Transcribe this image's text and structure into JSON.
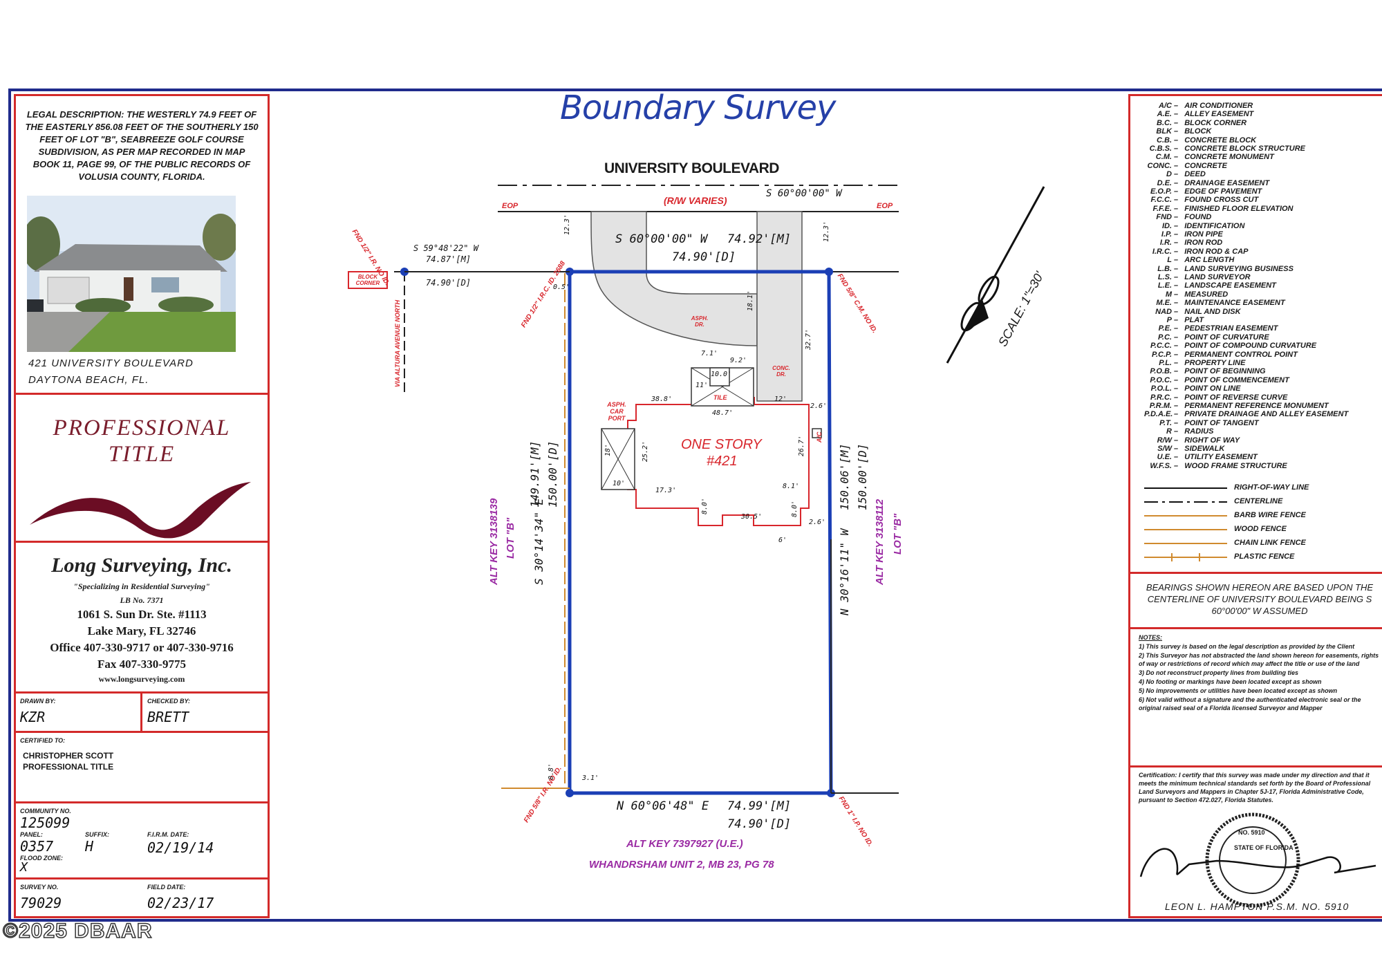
{
  "title": "Boundary Survey",
  "street": "UNIVERSITY BOULEVARD",
  "legal_description": "LEGAL DESCRIPTION: THE WESTERLY 74.9 FEET OF THE EASTERLY 856.08 FEET OF THE SOUTHERLY 150 FEET OF LOT \"B\", SEABREEZE GOLF COURSE SUBDIVISION, AS PER MAP RECORDED IN MAP BOOK 11, PAGE 99, OF THE PUBLIC RECORDS OF VOLUSIA COUNTY, FLORIDA.",
  "address_line1": "421 UNIVERSITY BOULEVARD",
  "address_line2": "DAYTONA BEACH, FL.",
  "title_company": {
    "line1": "PROFESSIONAL",
    "line2": "TITLE"
  },
  "surveyor": {
    "name": "Long Surveying, Inc.",
    "tagline": "\"Specializing in Residential Surveying\"",
    "lb": "LB No. 7371",
    "address1": "1061 S. Sun Dr. Ste. #1113",
    "address2": "Lake Mary, FL 32746",
    "office": "Office 407-330-9717 or 407-330-9716",
    "fax": "Fax 407-330-9775",
    "web": "www.longsurveying.com"
  },
  "drawn_by": {
    "label": "DRAWN BY:",
    "value": "KZR"
  },
  "checked_by": {
    "label": "CHECKED BY:",
    "value": "BRETT"
  },
  "certified_to": {
    "label": "CERTIFIED TO:",
    "line1": "CHRISTOPHER SCOTT",
    "line2": "PROFESSIONAL TITLE"
  },
  "community": {
    "label": "COMMUNITY NO.",
    "value": "125099"
  },
  "panel": {
    "label": "PANEL:",
    "value": "0357"
  },
  "suffix": {
    "label": "SUFFIX:",
    "value": "H"
  },
  "firm_date": {
    "label": "F.I.R.M. DATE:",
    "value": "02/19/14"
  },
  "flood_zone": {
    "label": "FLOOD ZONE:",
    "value": "X"
  },
  "survey_no": {
    "label": "SURVEY NO.",
    "value": "79029"
  },
  "field_date": {
    "label": "FIELD DATE:",
    "value": "02/23/17"
  },
  "copyright": "©2025 DBAAR",
  "scale": "SCALE: 1\"=30'",
  "legend": [
    {
      "abbr": "A/C",
      "def": "AIR CONDITIONER"
    },
    {
      "abbr": "A.E.",
      "def": "ALLEY EASEMENT"
    },
    {
      "abbr": "B.C.",
      "def": "BLOCK CORNER"
    },
    {
      "abbr": "BLK",
      "def": "BLOCK"
    },
    {
      "abbr": "C.B.",
      "def": "CONCRETE BLOCK"
    },
    {
      "abbr": "C.B.S.",
      "def": "CONCRETE BLOCK STRUCTURE"
    },
    {
      "abbr": "C.M.",
      "def": "CONCRETE MONUMENT"
    },
    {
      "abbr": "CONC.",
      "def": "CONCRETE"
    },
    {
      "abbr": "D",
      "def": "DEED"
    },
    {
      "abbr": "D.E.",
      "def": "DRAINAGE EASEMENT"
    },
    {
      "abbr": "E.O.P.",
      "def": "EDGE OF PAVEMENT"
    },
    {
      "abbr": "F.C.C.",
      "def": "FOUND CROSS CUT"
    },
    {
      "abbr": "F.F.E.",
      "def": "FINISHED FLOOR ELEVATION"
    },
    {
      "abbr": "FND",
      "def": "FOUND"
    },
    {
      "abbr": "ID.",
      "def": "IDENTIFICATION"
    },
    {
      "abbr": "I.P.",
      "def": "IRON PIPE"
    },
    {
      "abbr": "I.R.",
      "def": "IRON ROD"
    },
    {
      "abbr": "I.R.C.",
      "def": "IRON ROD & CAP"
    },
    {
      "abbr": "L",
      "def": "ARC LENGTH"
    },
    {
      "abbr": "L.B.",
      "def": "LAND SURVEYING BUSINESS"
    },
    {
      "abbr": "L.S.",
      "def": "LAND SURVEYOR"
    },
    {
      "abbr": "L.E.",
      "def": "LANDSCAPE EASEMENT"
    },
    {
      "abbr": "M",
      "def": "MEASURED"
    },
    {
      "abbr": "M.E.",
      "def": "MAINTENANCE EASEMENT"
    },
    {
      "abbr": "NAD",
      "def": "NAIL AND DISK"
    },
    {
      "abbr": "P",
      "def": "PLAT"
    },
    {
      "abbr": "P.E.",
      "def": "PEDESTRIAN EASEMENT"
    },
    {
      "abbr": "P.C.",
      "def": "POINT OF CURVATURE"
    },
    {
      "abbr": "P.C.C.",
      "def": "POINT OF COMPOUND CURVATURE"
    },
    {
      "abbr": "P.C.P.",
      "def": "PERMANENT CONTROL POINT"
    },
    {
      "abbr": "P.L.",
      "def": "PROPERTY LINE"
    },
    {
      "abbr": "P.O.B.",
      "def": "POINT OF BEGINNING"
    },
    {
      "abbr": "P.O.C.",
      "def": "POINT OF COMMENCEMENT"
    },
    {
      "abbr": "P.O.L.",
      "def": "POINT ON LINE"
    },
    {
      "abbr": "P.R.C.",
      "def": "POINT OF REVERSE CURVE"
    },
    {
      "abbr": "P.R.M.",
      "def": "PERMANENT REFERENCE MONUMENT"
    },
    {
      "abbr": "P.D.A.E.",
      "def": "PRIVATE DRAINAGE AND ALLEY EASEMENT"
    },
    {
      "abbr": "P.T.",
      "def": "POINT OF TANGENT"
    },
    {
      "abbr": "R",
      "def": "RADIUS"
    },
    {
      "abbr": "R/W",
      "def": "RIGHT OF WAY"
    },
    {
      "abbr": "S/W",
      "def": "SIDEWALK"
    },
    {
      "abbr": "U.E.",
      "def": "UTILITY EASEMENT"
    },
    {
      "abbr": "W.F.S.",
      "def": "WOOD FRAME STRUCTURE"
    }
  ],
  "line_legend": [
    "RIGHT-OF-WAY LINE",
    "CENTERLINE",
    "BARB WIRE FENCE",
    "WOOD FENCE",
    "CHAIN LINK FENCE",
    "PLASTIC FENCE"
  ],
  "bearings_note": "BEARINGS SHOWN HEREON ARE BASED UPON THE CENTERLINE OF UNIVERSITY BOULEVARD BEING S 60°00'00\" W ASSUMED",
  "notes": {
    "heading": "NOTES:",
    "items": [
      "1) This survey is based on the legal description as provided by the Client",
      "2) This Surveyor has not abstracted the land shown hereon for easements, rights of way or restrictions of record which may affect the title or use of the land",
      "3) Do not reconstruct property lines from building ties",
      "4) No footing or markings have been located except as shown",
      "5) No improvements or utilities have been located except as shown",
      "6) Not valid without a signature and the authenticated electronic seal or the original raised seal of a Florida licensed Surveyor and Mapper"
    ]
  },
  "certification": "Certification: I certify that this survey was made under my direction and that it meets the minimum technical standards set forth by the Board of Professional Land Surveyors and Mappers in Chapter 5J-17, Florida Administrative Code, pursuant to Section 472.027, Florida Statutes.",
  "seal": {
    "no": "No. 5910",
    "state": "STATE OF FLORIDA"
  },
  "signer": "LEON L. HAMPTON P.S.M. NO. 5910",
  "drawing": {
    "row_varies": "(R/W VARIES)",
    "eop": "EOP",
    "cl_bearing": "S 60°00'00\" W",
    "top_bearing": "S 60°00'00\" W",
    "top_meas": "74.92'[M]",
    "top_deed": "74.90'[D]",
    "west_bearing": "S 59°48'22\" W",
    "west_meas": "74.87'[M]",
    "west_deed": "74.90'[D]",
    "block_corner": "BLOCK CORNER",
    "avenue": "VIA ALTURA AVENUE NORTH",
    "fnd_nw": "FND 1/2\" I.R. NO ID.",
    "fnd_ne": "FND 5/8\" C.M. NO ID.",
    "fnd_w": "FND 1/2\" I.R.C. ID. 2688",
    "fnd_sw": "FND 5/8\" I.R. NO ID.",
    "fnd_se": "FND 1\" I.P. NO ID.",
    "asph_dr": "ASPH. DR.",
    "conc_dr": "CONC. DR.",
    "asph_car_port": "ASPH. CAR PORT",
    "tile": "TILE",
    "house_line1": "ONE STORY",
    "house_line2": "#421",
    "ac": "A/C",
    "left_bearing": "S 30°14'34\" E",
    "left_meas": "149.91'[M]",
    "left_deed": "150.00'[D]",
    "right_bearing": "N 30°16'11\" W",
    "right_meas": "150.06'[M]",
    "right_deed": "150.00'[D]",
    "bottom_bearing": "N 60°06'48\" E",
    "bottom_meas": "74.99'[M]",
    "bottom_deed": "74.90'[D]",
    "alt_key_left": "ALT KEY 3138139",
    "lot_left": "LOT \"B\"",
    "alt_key_right": "ALT KEY 3138112",
    "lot_right": "LOT \"B\"",
    "alt_key_bottom": "ALT KEY 7397927 (U.E.)",
    "subdivision_bottom": "WHANDRSHAM UNIT 2, MB 23, PG 78",
    "dims": {
      "d_12_3a": "12.3'",
      "d_12_3b": "12.3'",
      "d_0_5": "0.5'",
      "d_18_1": "18.1'",
      "d_32_7": "32.7'",
      "d_7_1": "7.1'",
      "d_9_2": "9.2'",
      "d_10_0": "10.0'",
      "d_11": "11'",
      "d_38_8": "38.8'",
      "d_12": "12'",
      "d_48_7": "48.7'",
      "d_2_6a": "2.6'",
      "d_18": "18'",
      "d_25_2": "25.2'",
      "d_26_7": "26.7'",
      "d_10": "10'",
      "d_17_3": "17.3'",
      "d_8_1": "8.1'",
      "d_8_0a": "8.0'",
      "d_30_5": "30.5'",
      "d_8_0b": "8.0'",
      "d_2_6b": "2.6'",
      "d_6": "6'",
      "d_0_8": "0.8'",
      "d_3_1": "3.1'"
    }
  }
}
